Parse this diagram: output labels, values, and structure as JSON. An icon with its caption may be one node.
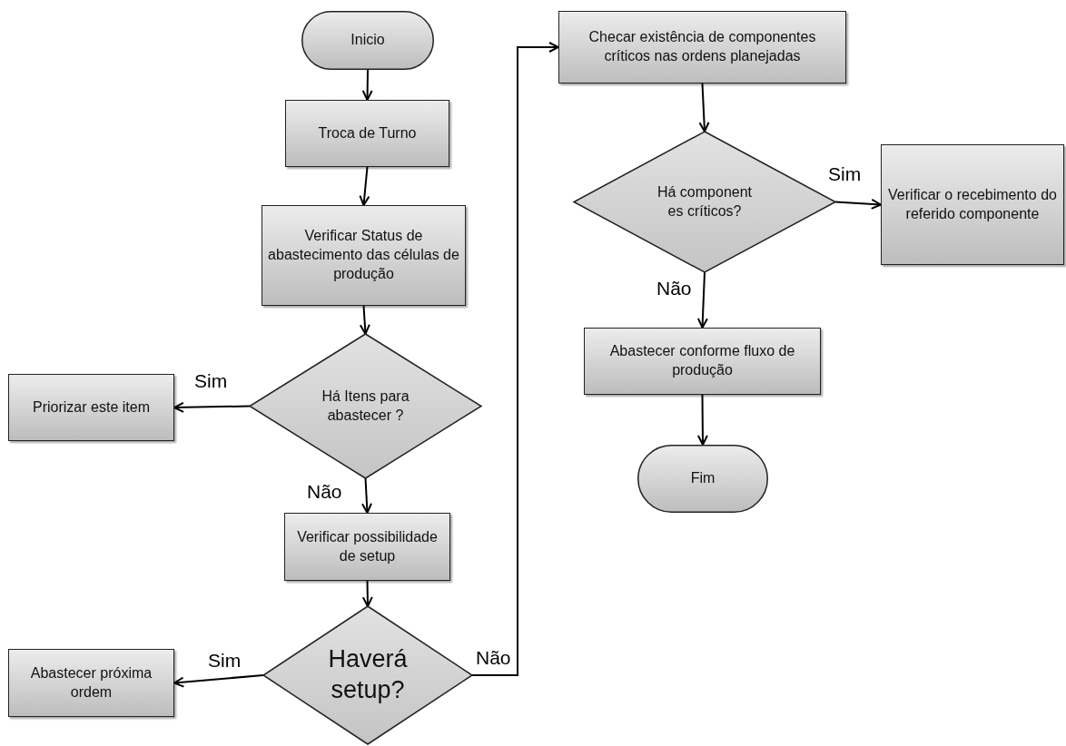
{
  "diagram": {
    "nodes": [
      {
        "text": [
          "Inicio"
        ]
      },
      {
        "text": [
          "Troca de Turno"
        ]
      },
      {
        "text": [
          "Verificar Status de abastecimento das células de produção"
        ]
      },
      {
        "text": [
          "Há Itens para abastecer ?"
        ]
      },
      {
        "text": [
          "Priorizar este item"
        ]
      },
      {
        "text": [
          "Verificar possibilidade de setup"
        ]
      },
      {
        "text": [
          "Haverá setup?"
        ]
      },
      {
        "text": [
          "Abastecer próxima ordem"
        ]
      },
      {
        "text": [
          "Checar existência de componentes críticos nas ordens planejadas"
        ]
      },
      {
        "text": [
          "Há component es críticos?"
        ]
      },
      {
        "text": [
          "Verificar o recebimento do referido componente"
        ]
      },
      {
        "text": [
          "Abastecer conforme fluxo de produção"
        ]
      },
      {
        "text": [
          "Fim"
        ]
      }
    ],
    "edges": [
      {
        "from": 0,
        "to": 1,
        "arrow": "to"
      },
      {
        "from": 1,
        "to": 2,
        "arrow": "to"
      },
      {
        "from": 2,
        "to": 3,
        "arrow": "to"
      },
      {
        "from": 3,
        "to": 4,
        "arrow": "to",
        "label": "Sim"
      },
      {
        "from": 3,
        "to": 5,
        "arrow": "to",
        "label": "Não"
      },
      {
        "from": 5,
        "to": 6,
        "arrow": "to"
      },
      {
        "from": 6,
        "to": 7,
        "arrow": "to",
        "label": "Sim"
      },
      {
        "from": 6,
        "to": 8,
        "arrow": "to",
        "label": "Não"
      },
      {
        "from": 8,
        "to": 9,
        "arrow": "to"
      },
      {
        "from": 9,
        "to": 10,
        "arrow": "to",
        "label": "Sim"
      },
      {
        "from": 9,
        "to": 11,
        "arrow": "to",
        "label": "Não"
      },
      {
        "from": 11,
        "to": 12,
        "arrow": "to"
      }
    ]
  }
}
